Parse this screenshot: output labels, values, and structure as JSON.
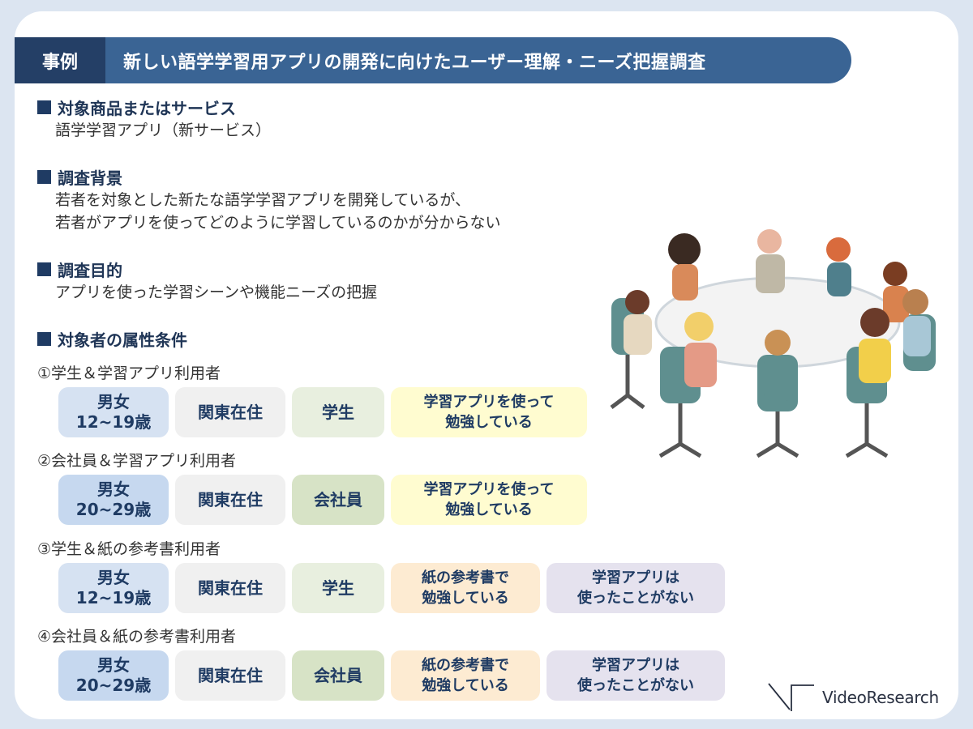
{
  "header": {
    "tag": "事例",
    "title": "新しい語学学習用アプリの開発に向けたユーザー理解・ニーズ把握調査"
  },
  "sections": [
    {
      "heading": "対象商品またはサービス",
      "body": [
        "語学学習アプリ（新サービス）"
      ]
    },
    {
      "heading": "調査背景",
      "body": [
        "若者を対象とした新たな語学学習アプリを開発しているが、",
        "若者がアプリを使ってどのように学習しているのかが分からない"
      ]
    },
    {
      "heading": "調査目的",
      "body": [
        "アプリを使った学習シーンや機能ニーズの把握"
      ]
    },
    {
      "heading": "対象者の属性条件"
    }
  ],
  "groups": [
    {
      "label": "①学生＆学習アプリ利用者",
      "chips": [
        "男女\n12~19歳",
        "関東在住",
        "学生",
        "学習アプリを使って\n勉強している"
      ]
    },
    {
      "label": "②会社員＆学習アプリ利用者",
      "chips": [
        "男女\n20~29歳",
        "関東在住",
        "会社員",
        "学習アプリを使って\n勉強している"
      ]
    },
    {
      "label": "③学生＆紙の参考書利用者",
      "chips": [
        "男女\n12~19歳",
        "関東在住",
        "学生",
        "紙の参考書で\n勉強している",
        "学習アプリは\n使ったことがない"
      ]
    },
    {
      "label": "④会社員＆紙の参考書利用者",
      "chips": [
        "男女\n20~29歳",
        "関東在住",
        "会社員",
        "紙の参考書で\n勉強している",
        "学習アプリは\n使ったことがない"
      ]
    }
  ],
  "logo": {
    "text": "VideoResearch"
  }
}
